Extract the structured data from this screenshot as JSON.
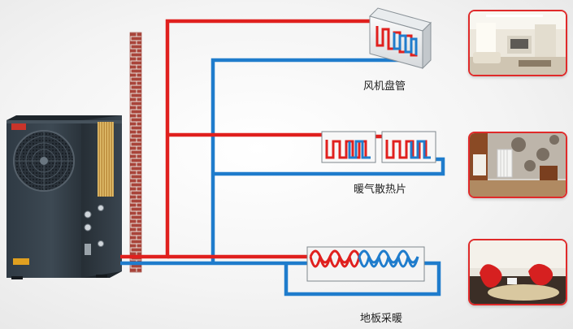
{
  "labels": {
    "fan_coil": "风机盘管",
    "radiator": "暖气散热片",
    "floor_heating": "地板采暖"
  },
  "colors": {
    "hot_pipe": "#e0201e",
    "cold_pipe": "#1f7ccc",
    "photo_border": "#e02a2a",
    "wall_brick": "#a9443a"
  },
  "icons": {
    "heat_pump": "heat-pump-unit",
    "wall": "brick-wall",
    "fan_coil": "fan-coil-unit",
    "radiator": "radiator",
    "floor_coil": "floor-heating-coil"
  }
}
